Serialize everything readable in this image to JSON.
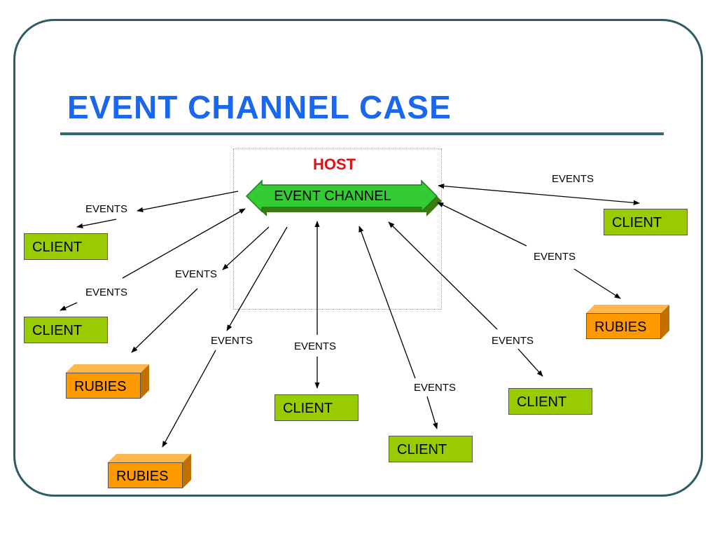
{
  "title": "EVENT CHANNEL CASE",
  "host": {
    "label": "HOST",
    "channel_label": "EVENT CHANNEL"
  },
  "events_label": "EVENTS",
  "nodes": {
    "client_label": "CLIENT",
    "rubies_label": "RUBIES"
  },
  "colors": {
    "title": "#1a66ee",
    "host_label": "#e01010",
    "channel": "#33cc33",
    "client": "#99cc00",
    "rubies": "#ff9900",
    "frame": "#2e5a66"
  }
}
